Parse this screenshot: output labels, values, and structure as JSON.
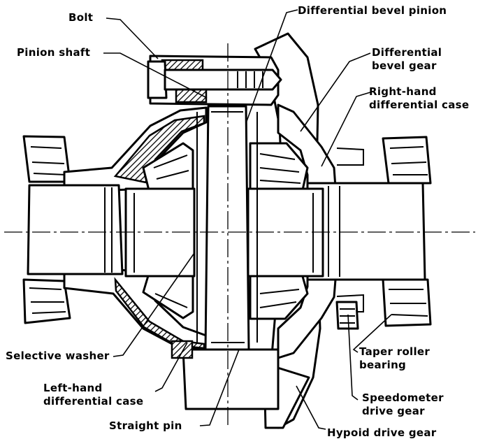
{
  "labels": {
    "bolt": "Bolt",
    "pinion_shaft": "Pinion shaft",
    "differential_bevel_pinion": "Differential bevel pinion",
    "differential_bevel_gear": [
      "Differential",
      "bevel gear"
    ],
    "right_hand_case": [
      "Right-hand",
      "differential case"
    ],
    "selective_washer": "Selective washer",
    "left_hand_case": [
      "Left-hand",
      "differential case"
    ],
    "straight_pin": "Straight pin",
    "taper_roller_bearing": [
      "Taper roller",
      "bearing"
    ],
    "speedometer_drive_gear": [
      "Speedometer",
      "drive gear"
    ],
    "hypoid_drive_gear": "Hypoid drive gear"
  }
}
